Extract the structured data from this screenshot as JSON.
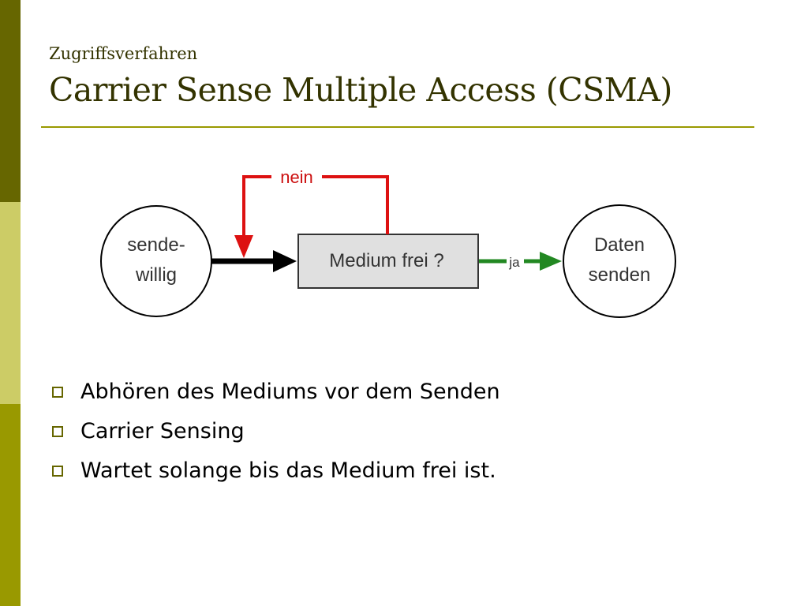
{
  "colors": {
    "bar_top": "#666600",
    "bar_mid": "#cccc66",
    "bar_bottom": "#999900",
    "title_text": "#333300",
    "rule": "#999900",
    "loop_arrow": "#dd1111",
    "yes_arrow": "#228822",
    "process_fill": "#e0e0e0"
  },
  "header": {
    "subtitle": "Zugriffsverfahren",
    "title": "Carrier Sense Multiple Access (CSMA)"
  },
  "diagram": {
    "start_node": {
      "line1": "sende-",
      "line2": "willig"
    },
    "decision": "Medium frei ?",
    "no_label": "nein",
    "yes_label": "ja",
    "end_node": {
      "line1": "Daten",
      "line2": "senden"
    }
  },
  "bullets": [
    {
      "text": "Abhören des Mediums vor dem Senden"
    },
    {
      "text": "Carrier Sensing"
    },
    {
      "text": "Wartet solange bis das Medium frei ist."
    }
  ]
}
